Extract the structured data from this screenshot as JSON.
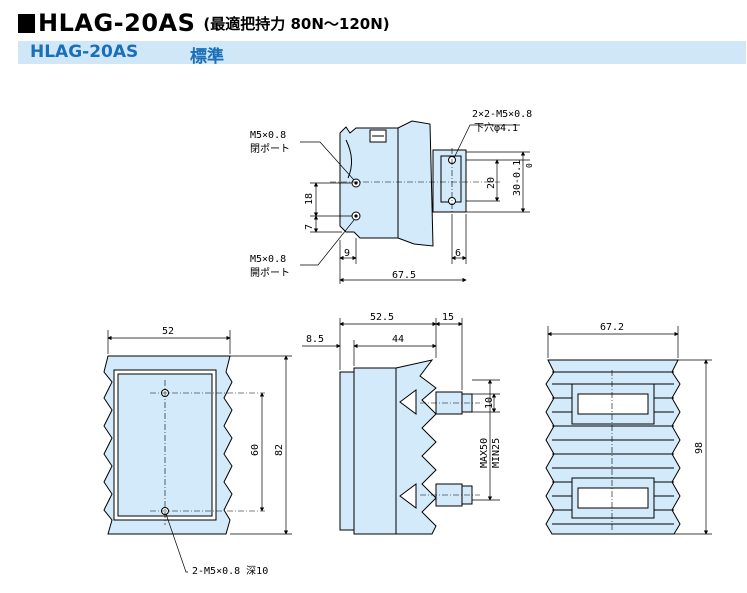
{
  "title": {
    "model": "HLAG-20AS",
    "subtitle": "(最適把持力 80N～120N)"
  },
  "band": {
    "model": "HLAG-20AS",
    "type": "標準"
  },
  "labels": {
    "port_top": "M5×0.8",
    "port_top_sub": "閉ポート",
    "port_bottom": "M5×0.8",
    "port_bottom_sub": "開ポート",
    "holes_top": "2×2-M5×0.8",
    "holes_top_sub": "下穴φ4.1",
    "holes_front": "2-M5×0.8 深10"
  },
  "dims": {
    "d18": "18",
    "d7": "7",
    "d9": "9",
    "d67_5": "67.5",
    "d6": "6",
    "d20": "20",
    "d30": "30-0.1",
    "d30_tol": "0",
    "d52": "52",
    "d60": "60",
    "d82": "82",
    "d52_5": "52.5",
    "d15": "15",
    "d8_5": "8.5",
    "d44": "44",
    "d10": "10",
    "max50": "MAX50",
    "min25": "MIN25",
    "d67_2": "67.2",
    "d98": "98"
  },
  "colors": {
    "fill": "#d3eafa",
    "stroke": "#000000",
    "title_band": "#cfe7f7",
    "title_text": "#1a6fb8"
  }
}
